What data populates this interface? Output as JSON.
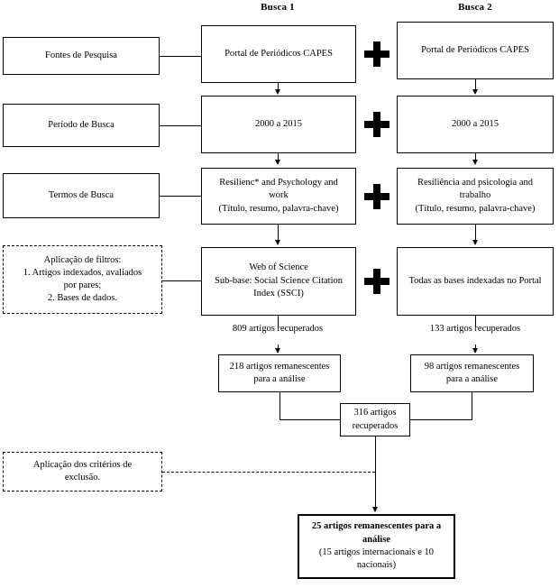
{
  "headers": {
    "search1": "Busca 1",
    "search2": "Busca 2"
  },
  "left_labels": {
    "sources": "Fontes de Pesquisa",
    "period": "Período de Busca",
    "terms": "Termos de Busca"
  },
  "filters_box": {
    "title": "Aplicação de filtros:",
    "item1": "1.  Artigos indexados, avaliados",
    "item1b": "por pares;",
    "item2": "2.  Bases de dados."
  },
  "exclusion_box": {
    "line1": "Aplicação dos critérios de",
    "line2": "exclusão."
  },
  "search1": {
    "source": "Portal de Periódicos CAPES",
    "period": "2000 a 2015",
    "terms_line1": "Resilienc* and Psychology and",
    "terms_line2": "work",
    "terms_line3": "(Título, resumo, palavra-chave)",
    "database_line1": "Web of  Science",
    "database_line2": "Sub-base: Social  Science Citation",
    "database_line3": "Index (SSCI)",
    "retrieved_line1": "809 artigos",
    "retrieved_line2": "recuperados",
    "remaining_line1": "218 artigos remanescentes",
    "remaining_line2": "para a análise"
  },
  "search2": {
    "source": "Portal de Periódicos CAPES",
    "period": "2000 a 2015",
    "terms_line1": "Resiliência and psicologia and",
    "terms_line2": "trabalho",
    "terms_line3": "(Título, resumo, palavra-chave)",
    "database_line1": "Todas as bases indexadas no Portal",
    "retrieved_line1": "133 artigos",
    "retrieved_line2": "recuperados",
    "remaining_line1": "98 artigos remanescentes",
    "remaining_line2": "para a análise"
  },
  "merge": {
    "line1": "316 artigos",
    "line2": "recuperados"
  },
  "final": {
    "line1": "25 artigos remanescentes para a",
    "line2": "análise",
    "line3": "(15 artigos  internacionais  e 10",
    "line4": "nacionais)"
  },
  "operators": {
    "combine": "plus-sign"
  },
  "colors": {
    "stroke": "#000000",
    "background": "#ffffff"
  }
}
